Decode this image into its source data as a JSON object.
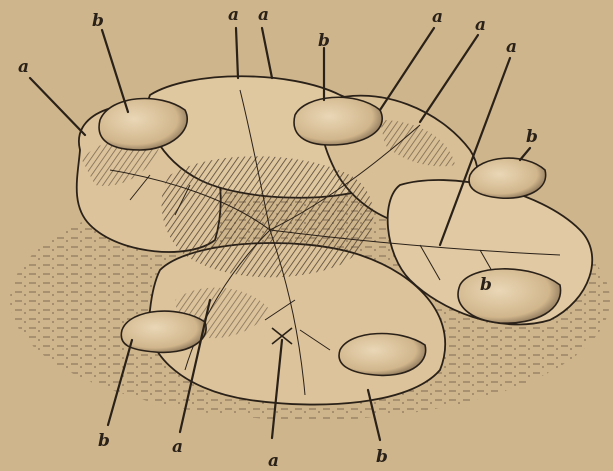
{
  "figure": {
    "subject": "plant rosette engraving",
    "colors": {
      "paper": "#cfb58c",
      "ink": "#2a2118",
      "leaf_light": "#dfc7a0",
      "leaf_shade": "#5b4a38"
    },
    "labels": [
      {
        "id": "b-top-left",
        "text": "b"
      },
      {
        "id": "a-top-1",
        "text": "a"
      },
      {
        "id": "a-top-2",
        "text": "a"
      },
      {
        "id": "b-top-center",
        "text": "b"
      },
      {
        "id": "a-top-right",
        "text": "a"
      },
      {
        "id": "a-top-right-2",
        "text": "a"
      },
      {
        "id": "a-right",
        "text": "a"
      },
      {
        "id": "a-left",
        "text": "a"
      },
      {
        "id": "b-right-edge",
        "text": "b"
      },
      {
        "id": "b-right-tuber",
        "text": "b"
      },
      {
        "id": "b-bottom-left",
        "text": "b"
      },
      {
        "id": "a-bottom-1",
        "text": "a"
      },
      {
        "id": "a-bottom-2",
        "text": "a"
      },
      {
        "id": "b-bottom-right",
        "text": "b"
      }
    ]
  }
}
